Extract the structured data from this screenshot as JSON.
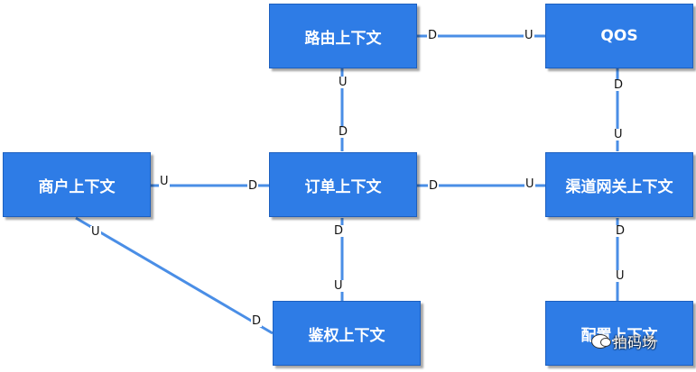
{
  "nodes": {
    "routing": "路由上下文",
    "qos": "QOS",
    "merchant": "商户上下文",
    "order": "订单上下文",
    "channel_gateway": "渠道网关上下文",
    "auth": "鉴权上下文",
    "config": "配置上下文"
  },
  "edges": {
    "routing_qos": {
      "from_label": "D",
      "to_label": "U"
    },
    "routing_order": {
      "from_label": "U",
      "to_label": "D"
    },
    "qos_channel": {
      "from_label": "D",
      "to_label": "U"
    },
    "merchant_order": {
      "from_label": "U",
      "to_label": "D"
    },
    "order_channel": {
      "from_label": "D",
      "to_label": "U"
    },
    "order_auth": {
      "from_label": "D",
      "to_label": "U"
    },
    "channel_config": {
      "from_label": "D",
      "to_label": "U"
    },
    "merchant_auth": {
      "from_label": "U",
      "to_label": "D"
    }
  },
  "colors": {
    "node_fill": "#2e7ce6",
    "edge": "#4a8ee6"
  },
  "watermark": {
    "icon": "wechat-icon",
    "text": "拍码场"
  }
}
